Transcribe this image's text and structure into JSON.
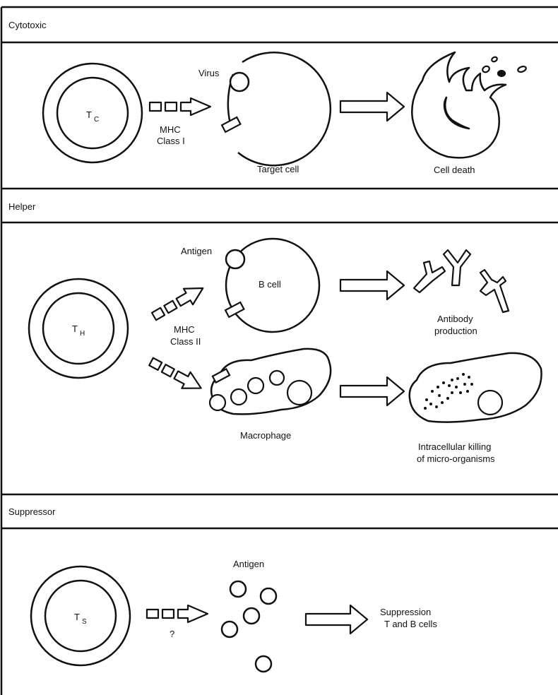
{
  "sections": {
    "cytotoxic": {
      "title": "Cytotoxic",
      "cell_letter": "T",
      "cell_subscript": "C",
      "virus_label": "Virus",
      "mhc_line1": "MHC",
      "mhc_line2": "Class I",
      "target_label": "Target cell",
      "death_label": "Cell death"
    },
    "helper": {
      "title": "Helper",
      "cell_letter": "T",
      "cell_subscript": "H",
      "antigen_label": "Antigen",
      "bcell_label": "B cell",
      "mhc_line1": "MHC",
      "mhc_line2": "Class II",
      "antibody_line1": "Antibody",
      "antibody_line2": "production",
      "macrophage_label": "Macrophage",
      "killing_line1": "Intracellular killing",
      "killing_line2": "of micro-organisms"
    },
    "suppressor": {
      "title": "Suppressor",
      "cell_letter": "T",
      "cell_subscript": "S",
      "antigen_label": "Antigen",
      "question": "?",
      "result_line1": "Suppression",
      "result_line2": "T and B cells"
    }
  }
}
